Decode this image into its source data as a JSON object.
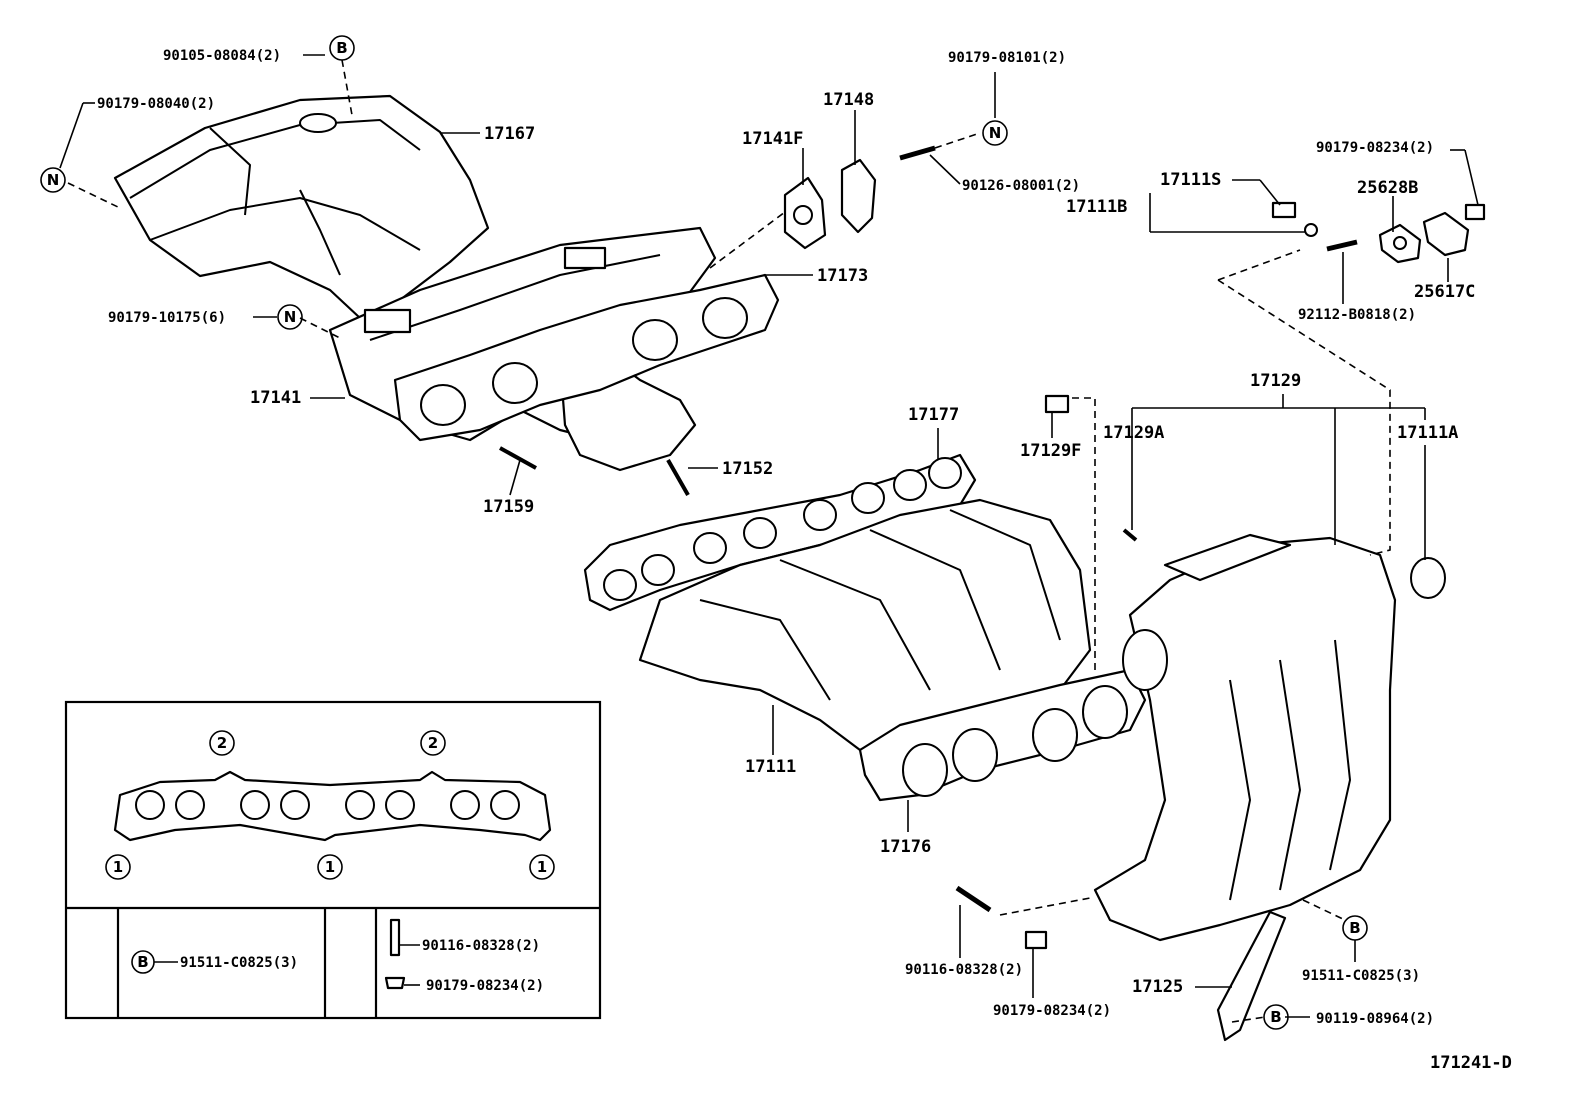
{
  "diagram_id": "171241-D",
  "labels": {
    "p90105_08084": "90105-08084(2)",
    "p90179_08040": "90179-08040(2)",
    "p17167": "17167",
    "p90179_10175": "90179-10175(6)",
    "p17141": "17141",
    "p17159": "17159",
    "p17141F": "17141F",
    "p17148": "17148",
    "p17173": "17173",
    "p17152": "17152",
    "p90179_08101": "90179-08101(2)",
    "p90126_08001": "90126-08001(2)",
    "p17111S": "17111S",
    "p17111B": "17111B",
    "p90179_08234_top": "90179-08234(2)",
    "p25628B": "25628B",
    "p25617C": "25617C",
    "p92112_B0818": "92112-B0818(2)",
    "p17129": "17129",
    "p17177": "17177",
    "p17129F": "17129F",
    "p17129A": "17129A",
    "p17111A": "17111A",
    "p17111": "17111",
    "p17176": "17176",
    "p90116_08328": "90116-08328(2)",
    "p90179_08234_bot": "90179-08234(2)",
    "p17125": "17125",
    "p91511_C0825": "91511-C0825(3)",
    "p90119_08964": "90119-08964(2)"
  },
  "callouts": {
    "B": "B",
    "N": "N",
    "one": "1",
    "two": "2"
  },
  "inset": {
    "bolt_flange": "91511-C0825(3)",
    "stud": "90116-08328(2)",
    "nut": "90179-08234(2)"
  }
}
